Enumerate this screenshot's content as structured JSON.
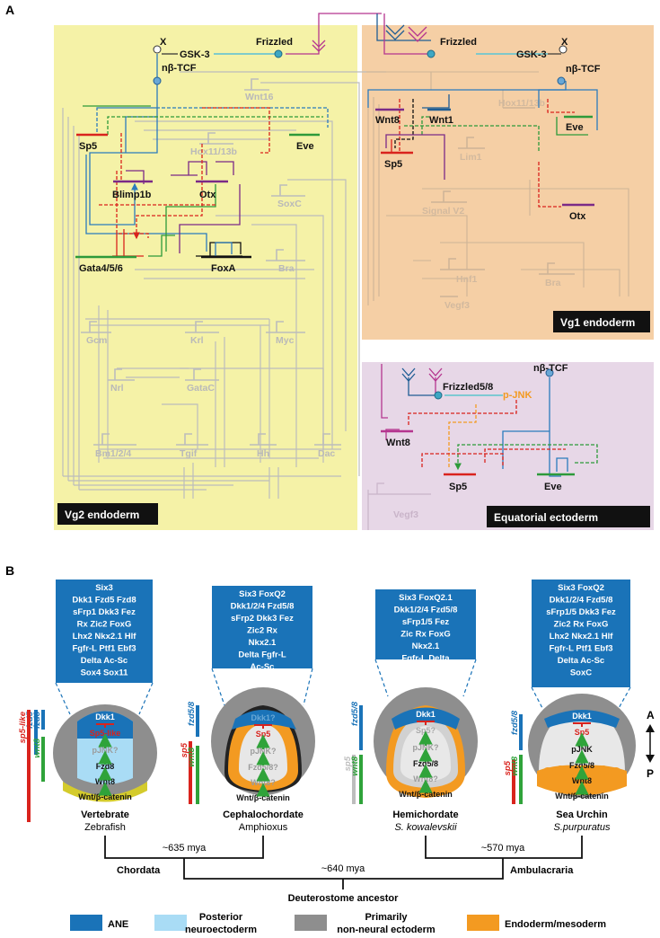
{
  "panelA": {
    "label": "A",
    "regions": {
      "vg2": "Vg2 endoderm",
      "vg1": "Vg1 endoderm",
      "eq": "Equatorial ectoderm"
    },
    "vg2_genes": {
      "gsk3": "GSK-3",
      "frizzled": "Frizzled",
      "x": "X",
      "ntcf": "nβ-TCF",
      "sp5": "Sp5",
      "eve": "Eve",
      "blimp": "Blimp1b",
      "otx": "Otx",
      "gata": "Gata4/5/6",
      "foxa": "FoxA",
      "wnt16": "Wnt16",
      "hox": "Hox11/13b",
      "soxc": "SoxC",
      "bra": "Bra",
      "gcm": "Gcm",
      "krl": "Krl",
      "myc": "Myc",
      "nrl": "Nrl",
      "gatac": "GataC",
      "bm": "Bm1/2/4",
      "tgif": "Tgif",
      "hh": "Hh",
      "dac": "Dac"
    },
    "vg1_genes": {
      "frizzled": "Frizzled",
      "gsk3": "GSK-3",
      "x": "X",
      "ntcf": "nβ-TCF",
      "wnt8": "Wnt8",
      "wnt1": "Wnt1",
      "hox": "Hox11/13b",
      "eve": "Eve",
      "sp5": "Sp5",
      "lim1": "Lim1",
      "signal": "Signal V2",
      "otx": "Otx",
      "hnf1": "Hnf1",
      "bra": "Bra",
      "vegf3": "Vegf3"
    },
    "eq_genes": {
      "ntcf": "nβ-TCF",
      "frizzled58": "Frizzled5/8",
      "pjnk": "p-JNK",
      "wnt8": "Wnt8",
      "sp5": "Sp5",
      "eve": "Eve",
      "vegf3": "Vegf3"
    }
  },
  "panelB": {
    "label": "B",
    "boxes": [
      [
        "Six3",
        "Dkk1  Fzd5  Fzd8",
        "sFrp1  Dkk3  Fez",
        "Rx     Zic2  FoxG",
        "Lhx2  Nkx2.1  Hlf",
        "Fgfr-L  Ptf1  Ebf3",
        "Delta  Ac-Sc",
        "Sox4  Sox11"
      ],
      [
        "Six3   FoxQ2",
        "Dkk1/2/4   Fzd5/8",
        "sFrp2  Dkk3   Fez",
        "Zic2      Rx",
        "Nkx2.1",
        "Delta     Fgfr-L",
        "Ac-Sc"
      ],
      [
        "Six3    FoxQ2.1",
        "Dkk1/2/4   Fzd5/8",
        "sFrp1/5    Fez",
        "Zic      Rx   FoxG",
        "Nkx2.1",
        "Fgfr-L         Delta"
      ],
      [
        "Six3   FoxQ2",
        "Dkk1/2/4  Fzd5/8",
        "sFrp1/5  Dkk3  Fez",
        "Zic2    Rx   FoxG",
        "Lhx2  Nkx2.1  Hlf",
        "Fgfr-L  Ptf1  Ebf3",
        "Delta   Ac-Sc",
        "SoxC"
      ]
    ],
    "embryos": [
      {
        "top": "Dkk1",
        "sp": "Sp5-like",
        "pjnk": "pJNK?",
        "fzd": "Fzd8",
        "wnt": "Wnt8",
        "base": "Wnt/β-catenin",
        "bars": [
          "fzd5",
          "fzd8",
          "wnt8",
          "sp5-like"
        ],
        "name": "Vertebrate",
        "species": "Zebrafish"
      },
      {
        "top": "Dkk1?",
        "sp": "Sp5",
        "pjnk": "pJNK?",
        "fzd": "Fzd5/8?",
        "wnt": "Wnt8?",
        "base": "Wnt/β-catenin",
        "bars": [
          "fzd5/8",
          "sp5",
          "wnt8"
        ],
        "name": "Cephalochordate",
        "species": "Amphioxus"
      },
      {
        "top": "Dkk1",
        "sp": "Sp5?",
        "pjnk": "pJNK?",
        "fzd": "Fzd5/8",
        "wnt": "Wnt8?",
        "base": "Wnt/β-catenin",
        "bars": [
          "fzd5/8",
          "sp5",
          "wnt8"
        ],
        "name": "Hemichordate",
        "species": "S. kowalevskii"
      },
      {
        "top": "Dkk1",
        "sp": "Sp5",
        "pjnk": "pJNK",
        "fzd": "Fzd5/8",
        "wnt": "Wnt8",
        "base": "Wnt/β-catenin",
        "bars": [
          "fzd5/8",
          "sp5",
          "wnt8"
        ],
        "name": "Sea Urchin",
        "species": "S.purpuratus"
      }
    ],
    "axis": {
      "a": "A",
      "p": "P"
    },
    "tree": {
      "mya1": "~635 mya",
      "mya2": "~640 mya",
      "mya3": "~570 mya",
      "chordata": "Chordata",
      "ambulacraria": "Ambulacraria",
      "ancestor": "Deuterostome ancestor"
    },
    "legend": [
      {
        "label": "ANE",
        "color": "#1a73b8"
      },
      {
        "label": "Posterior neuroectoderm",
        "l1": "Posterior",
        "l2": "neuroectoderm",
        "color": "#a9dcf5"
      },
      {
        "label": "Primarily non-neural ectoderm",
        "l1": "Primarily",
        "l2": "non-neural ectoderm",
        "color": "#8e8e8e"
      },
      {
        "label": "Endoderm/mesoderm",
        "color": "#f39a21"
      }
    ]
  }
}
